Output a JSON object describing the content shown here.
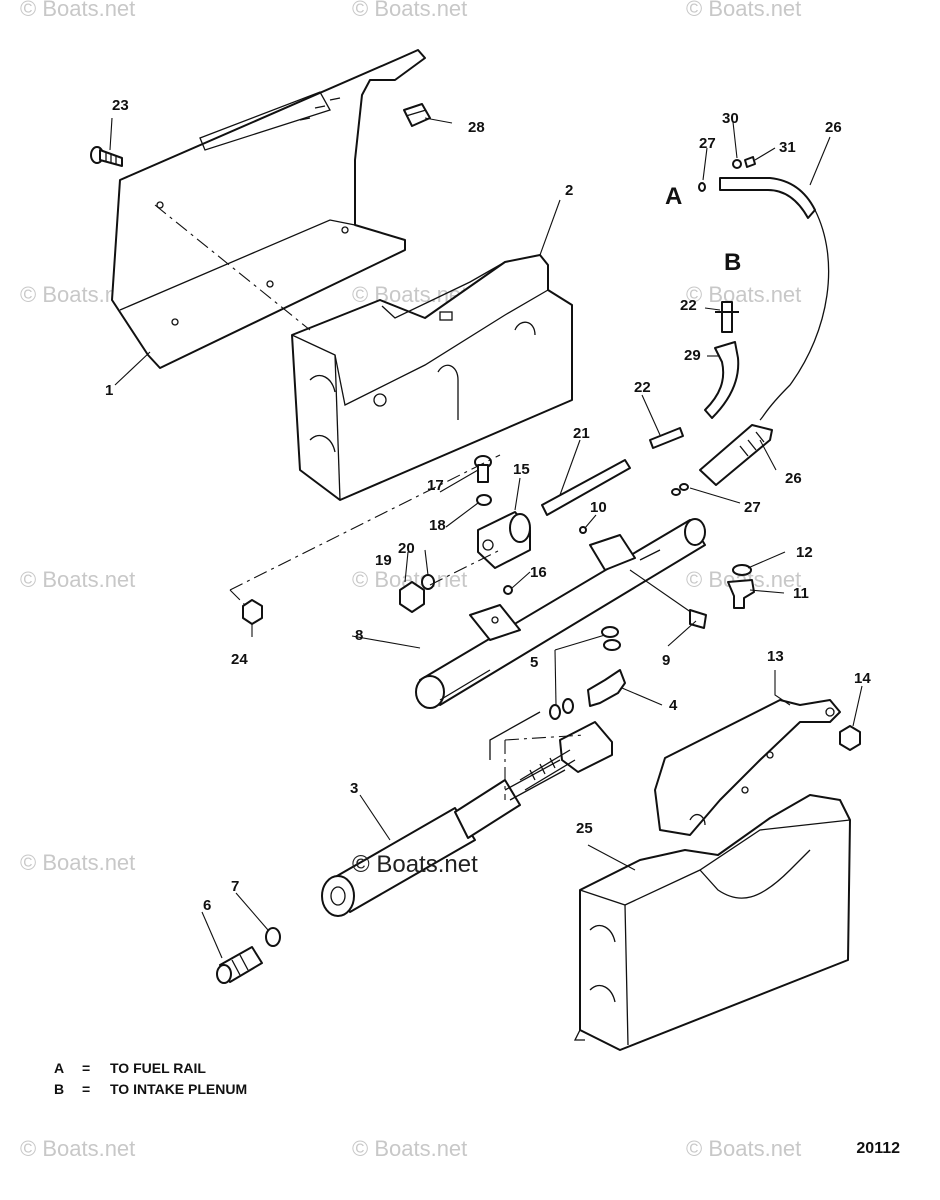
{
  "callouts": {
    "c1": "1",
    "c2": "2",
    "c3": "3",
    "c4": "4",
    "c5": "5",
    "c6": "6",
    "c7": "7",
    "c8": "8",
    "c9": "9",
    "c10": "10",
    "c11": "11",
    "c12": "12",
    "c13": "13",
    "c14": "14",
    "c15": "15",
    "c16": "16",
    "c17": "17",
    "c18": "18",
    "c19": "19",
    "c20": "20",
    "c21": "21",
    "c22": "22",
    "c23": "23",
    "c24": "24",
    "c25": "25",
    "c26": "26",
    "c27": "27",
    "c28": "28",
    "c29": "29",
    "c30": "30",
    "c31": "31"
  },
  "markers": {
    "a": "A",
    "b": "B"
  },
  "legend": [
    {
      "key": "A",
      "eq": "=",
      "text": "TO FUEL RAIL"
    },
    {
      "key": "B",
      "eq": "=",
      "text": "TO INTAKE PLENUM"
    }
  ],
  "watermark": "© Boats.net",
  "drawing_number": "20112"
}
